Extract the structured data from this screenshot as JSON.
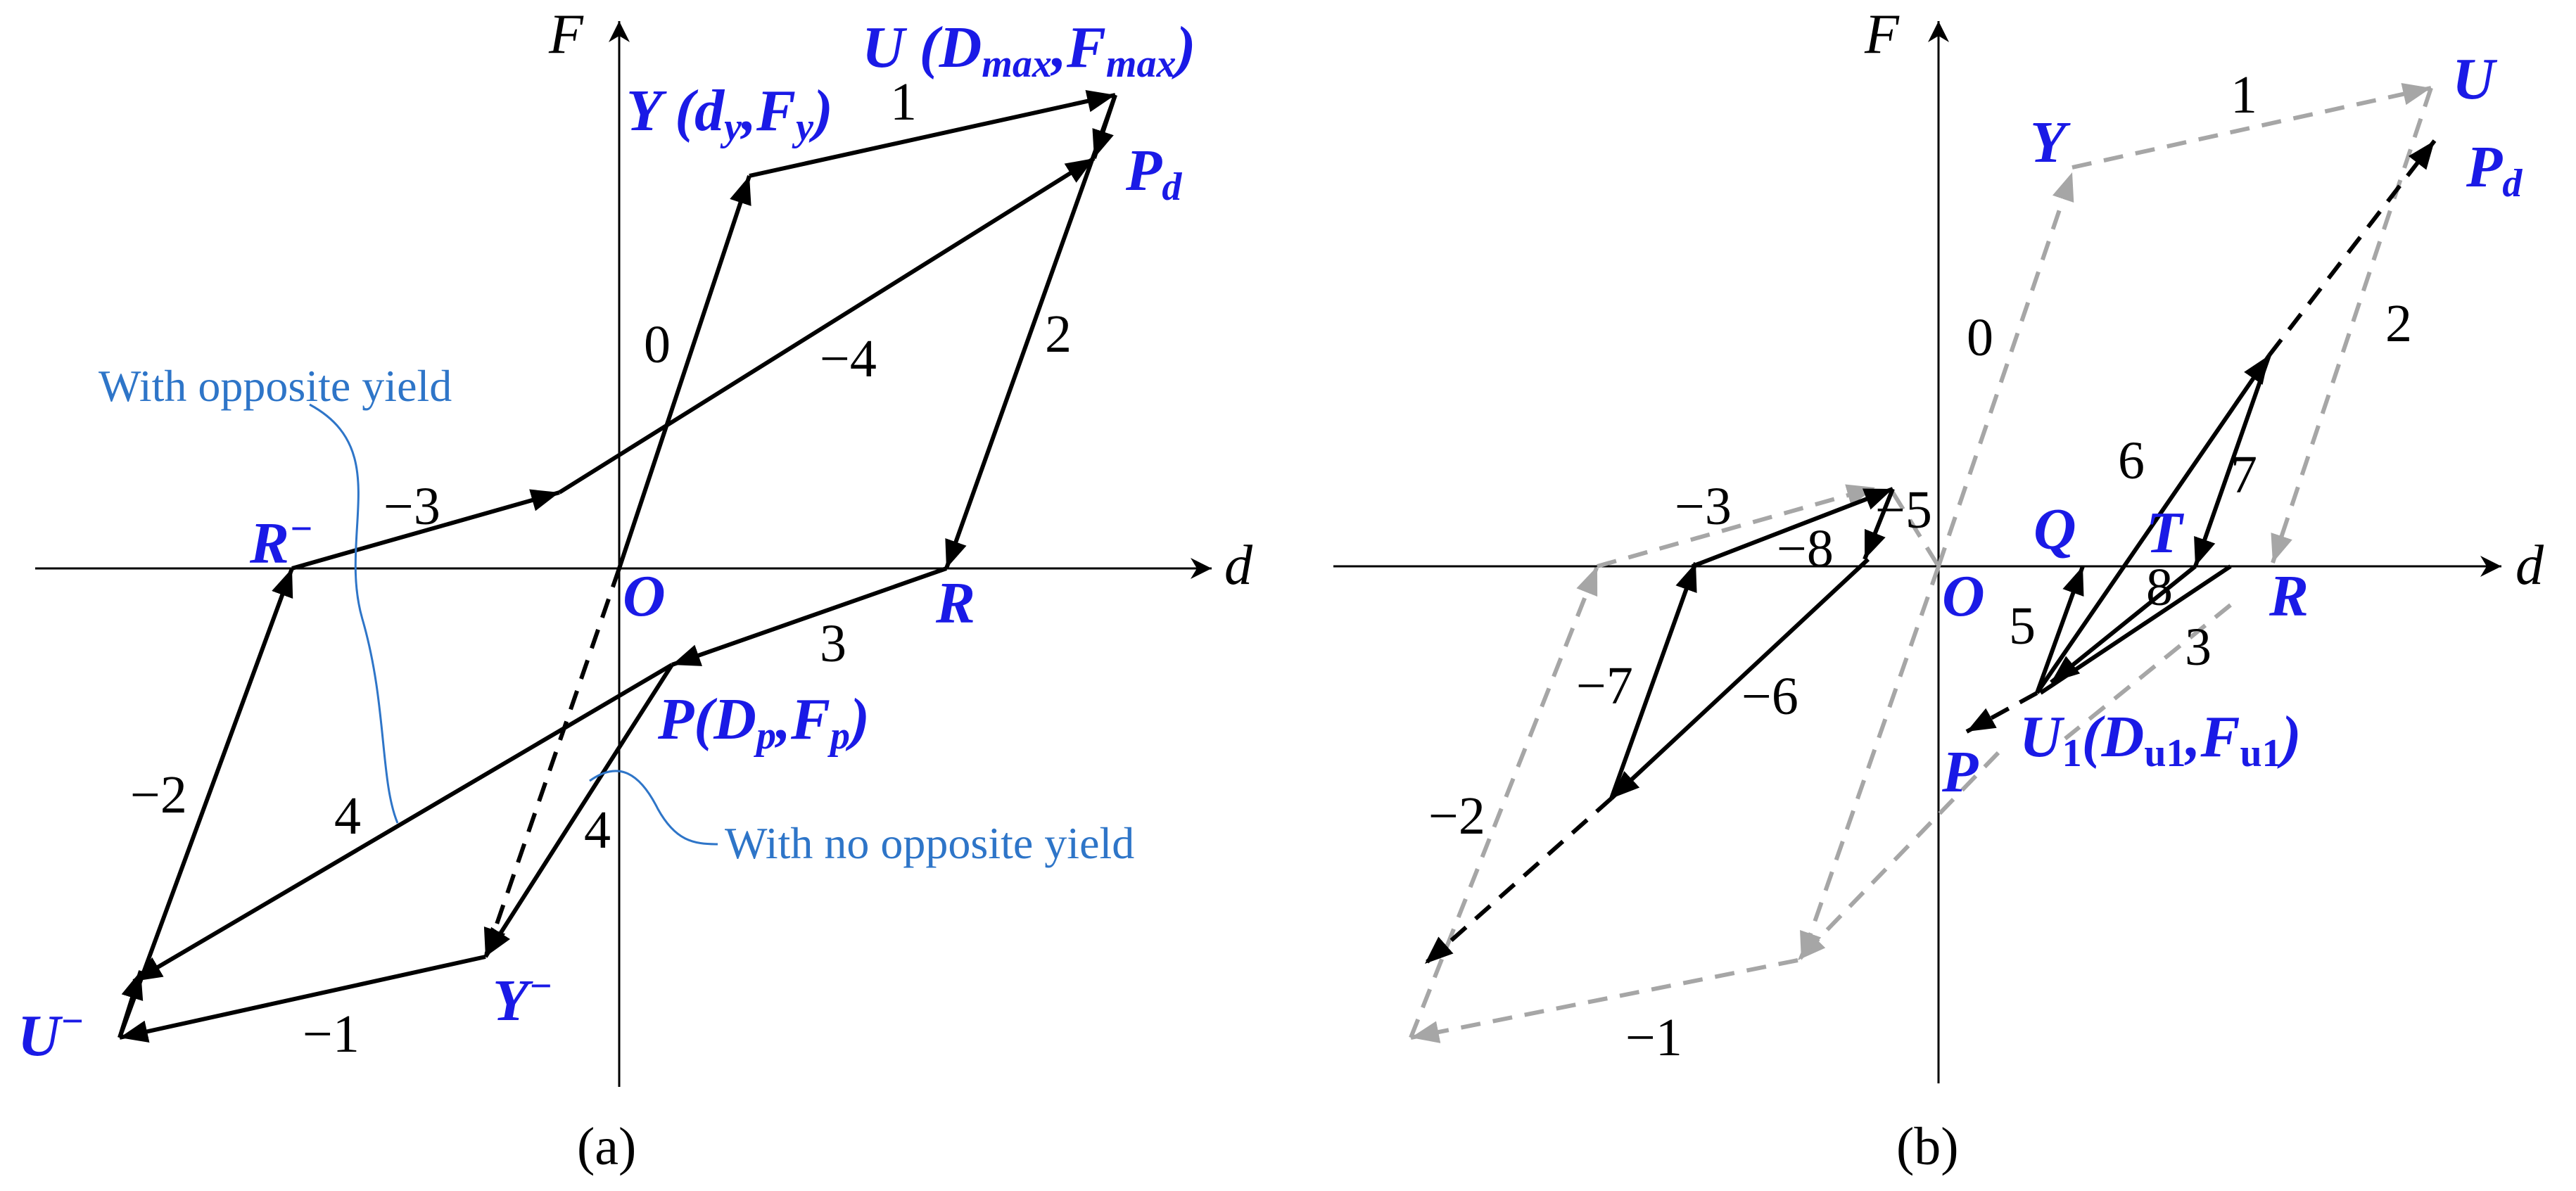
{
  "panel_a": {
    "axis_f": "F",
    "axis_d": "d",
    "points": {
      "U": "U (D",
      "U_sub_max1": "max",
      "U_comma": ",F",
      "U_sub_max2": "max",
      "U_close": ")",
      "Y": "Y (d",
      "Y_sub1": "y",
      "Y_comma": ",F",
      "Y_sub2": "y",
      "Y_close": ")",
      "Pd": "P",
      "Pd_sub": "d",
      "R": "R",
      "R_minus": "R",
      "R_minus_sup": "−",
      "O": "O",
      "P": "P(D",
      "P_sub1": "p",
      "P_comma": ",F",
      "P_sub2": "p",
      "P_close": ")",
      "U_minus": "U",
      "U_minus_sup": "−",
      "Y_minus": "Y",
      "Y_minus_sup": "−"
    },
    "branch_labels": {
      "b1": "1",
      "b0": "0",
      "b2": "2",
      "bm4": "−4",
      "bm3": "−3",
      "b3": "3",
      "bm2": "−2",
      "b4a": "4",
      "b4b": "4",
      "bm1": "−1"
    },
    "notes": {
      "opposite_yield": "With opposite yield",
      "no_opposite_yield": "With no opposite yield"
    },
    "caption": "(a)",
    "colors": {
      "label": "#1a1ae6",
      "note": "#2e75c8",
      "path": "#000000"
    }
  },
  "panel_b": {
    "axis_f": "F",
    "axis_d": "d",
    "points": {
      "U": "U",
      "Y": "Y",
      "Pd": "P",
      "Pd_sub": "d",
      "R": "R",
      "O": "O",
      "Q": "Q",
      "T": "T",
      "P": "P",
      "U1": "U",
      "U1_sub": "1",
      "U1_open": "(D",
      "U1_sub1": "u1",
      "U1_comma": ",F",
      "U1_sub2": "u1",
      "U1_close": ")"
    },
    "branch_labels": {
      "b1": "1",
      "b0": "0",
      "b2": "2",
      "b6": "6",
      "b7": "7",
      "bm3": "−3",
      "bm5": "−5",
      "bm8": "−8",
      "b5": "5",
      "b8": "8",
      "b3": "3",
      "bm7": "−7",
      "bm6": "−6",
      "bm2": "−2",
      "bm1": "−1"
    },
    "caption": "(b)",
    "colors": {
      "label": "#1a1ae6",
      "path": "#000000",
      "envelope": "#a6a6a6"
    }
  }
}
